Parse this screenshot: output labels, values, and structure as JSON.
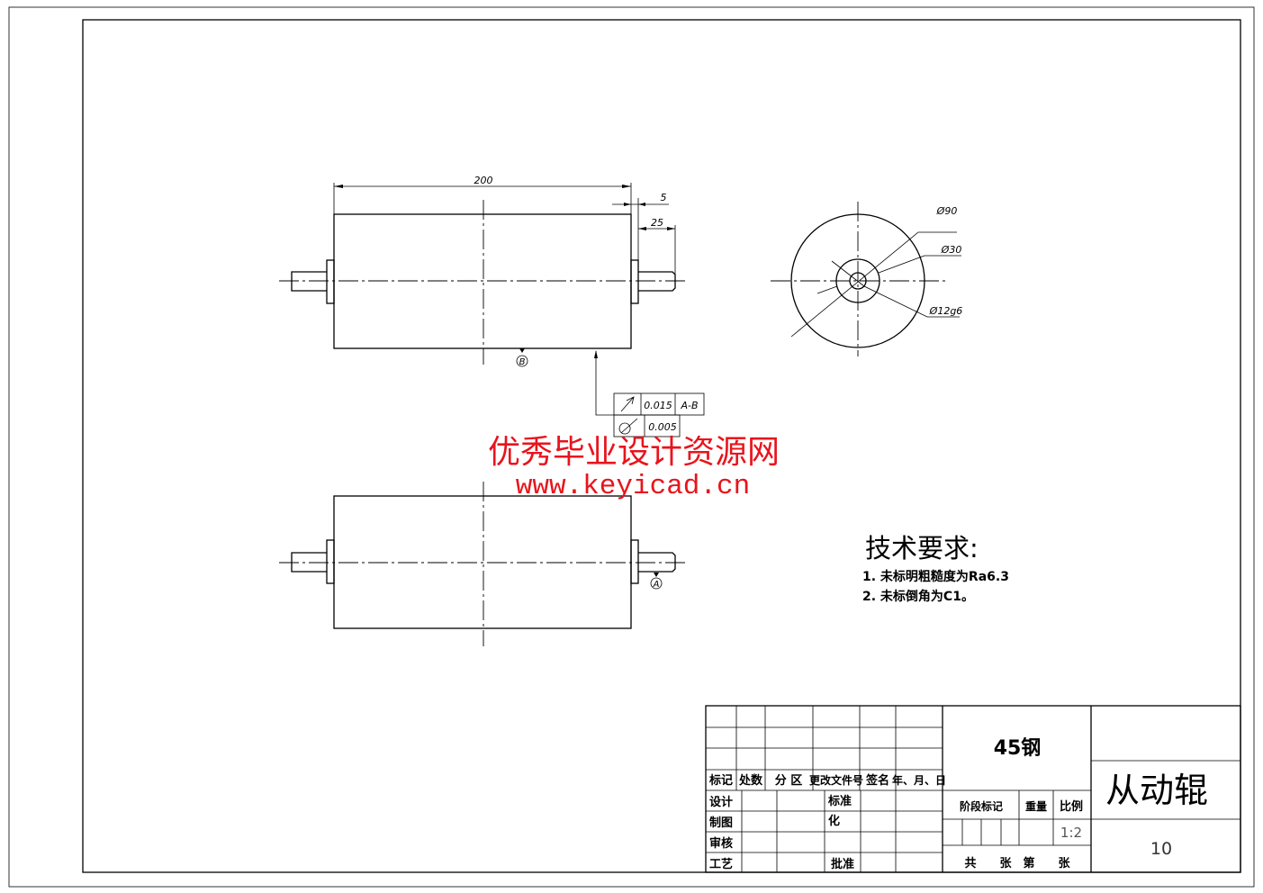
{
  "drawing": {
    "dimensions": {
      "length": "200",
      "hub_width": "5",
      "shaft_length": "25",
      "dia_outer": "Ø90",
      "dia_hub": "Ø30",
      "dia_shaft": "Ø12g6"
    },
    "datums": {
      "a": "A",
      "b": "B"
    },
    "tolerance": {
      "runout_value": "0.015",
      "runout_datum": "A-B",
      "cylindricity_value": "0.005"
    }
  },
  "watermark": {
    "title": "优秀毕业设计资源网",
    "url": "www.keyicad.cn"
  },
  "tech_requirements": {
    "title": "技术要求:",
    "items": [
      "1. 未标明粗糙度为Ra6.3",
      "2. 未标倒角为C1。"
    ]
  },
  "title_block": {
    "headers": [
      "标记",
      "处数",
      "分 区",
      "更改文件号",
      "签名",
      "年、月、日"
    ],
    "roles": [
      "设计",
      "制图",
      "审核",
      "工艺"
    ],
    "standard": "标准",
    "standard2": "化",
    "approve": "批准",
    "material": "45钢",
    "stage_label": "阶段标记",
    "weight_label": "重量",
    "scale_label": "比例",
    "scale": "1:2",
    "sheets": "共　　张　第　　张",
    "part_name": "从动辊",
    "drawing_number": "10"
  }
}
